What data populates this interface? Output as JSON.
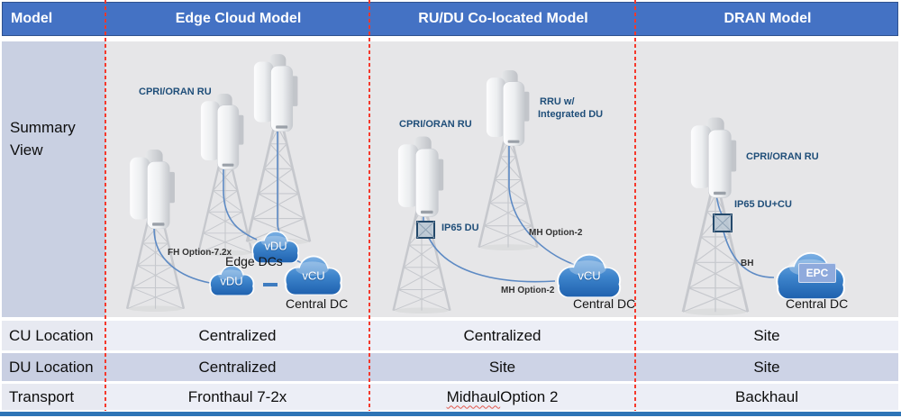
{
  "colors": {
    "header_bg": "#4472C4",
    "separator_red": "#F5392C",
    "bottom_bar": "#2E75B6",
    "row_light": "#ECEEF6",
    "row_dark": "#CDD3E6",
    "label_light": "#E7E9F1",
    "label_dark": "#C9CFE2",
    "summary_label_bg": "#C9D0E2",
    "diagram_bg": "#E6E6E8",
    "navy": "#1F4E79"
  },
  "table": {
    "corner": "Model",
    "columns": [
      "Edge Cloud Model",
      "RU/DU Co-located Model",
      "DRAN Model"
    ],
    "summary_label": "Summary View",
    "cu": {
      "label": "CU Location",
      "edge": "Centralized",
      "rudu": "Centralized",
      "dran": "Site"
    },
    "du": {
      "label": "DU Location",
      "edge": "Centralized",
      "rudu": "Site",
      "dran": "Site"
    },
    "transport": {
      "label": "Transport",
      "edge": "Fronthaul 7-2x",
      "rudu_word": "Midhaul",
      "rudu_rest": " Option 2",
      "dran": "Backhaul"
    }
  },
  "diagrams": {
    "edge": {
      "ru": "CPRI/ORAN RU",
      "fh": "FH Option-7.2x",
      "vdu_top": "vDU",
      "vdu_bottom": "vDU",
      "vcu": "vCU",
      "edge_dcs": "Edge DCs",
      "central_dc": "Central DC"
    },
    "rudu": {
      "ru": "CPRI/ORAN RU",
      "rru_line1": "RRU w/",
      "rru_line2": "Integrated DU",
      "ip65": "IP65 DU",
      "mh_upper": "MH Option-2",
      "mh_lower": "MH Option-2",
      "vcu": "vCU",
      "central_dc": "Central DC"
    },
    "dran": {
      "ru": "CPRI/ORAN RU",
      "ip65": "IP65 DU+CU",
      "bh": "BH",
      "epc": "EPC",
      "central_dc": "Central DC"
    }
  }
}
